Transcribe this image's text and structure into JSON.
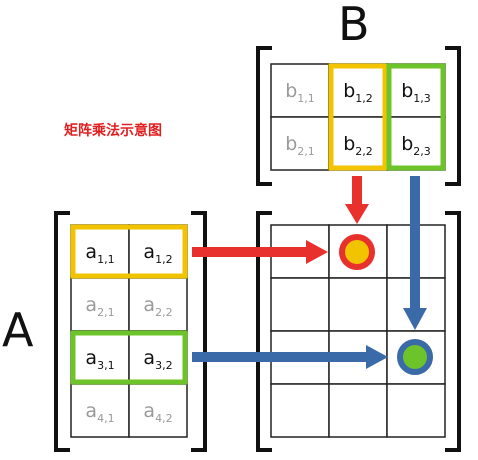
{
  "caption": "矩阵乘法示意图",
  "labels": {
    "matrix_a": "A",
    "matrix_b": "B"
  },
  "matrix_b": {
    "cells": [
      [
        {
          "base": "b",
          "sub": "1,1"
        },
        {
          "base": "b",
          "sub": "1,2"
        },
        {
          "base": "b",
          "sub": "1,3"
        }
      ],
      [
        {
          "base": "b",
          "sub": "2,1"
        },
        {
          "base": "b",
          "sub": "2,2"
        },
        {
          "base": "b",
          "sub": "2,3"
        }
      ]
    ],
    "highlighted_columns": [
      1,
      2
    ]
  },
  "matrix_a": {
    "cells": [
      [
        {
          "base": "a",
          "sub": "1,1"
        },
        {
          "base": "a",
          "sub": "1,2"
        }
      ],
      [
        {
          "base": "a",
          "sub": "2,1"
        },
        {
          "base": "a",
          "sub": "2,2"
        }
      ],
      [
        {
          "base": "a",
          "sub": "3,1"
        },
        {
          "base": "a",
          "sub": "3,2"
        }
      ],
      [
        {
          "base": "a",
          "sub": "4,1"
        },
        {
          "base": "a",
          "sub": "4,2"
        }
      ]
    ],
    "highlighted_rows": [
      0,
      2
    ]
  },
  "result_grid": {
    "rows": 4,
    "cols": 3
  },
  "colors": {
    "yellow_highlight": "#f2c400",
    "green_highlight": "#6cc42a",
    "red_arrow": "#e8302c",
    "blue_arrow": "#3a6aa8",
    "red_dot_ring": "#e8302c",
    "red_dot_fill": "#f2c400",
    "blue_dot_ring": "#3a6aa8",
    "blue_dot_fill": "#6cc42a"
  }
}
